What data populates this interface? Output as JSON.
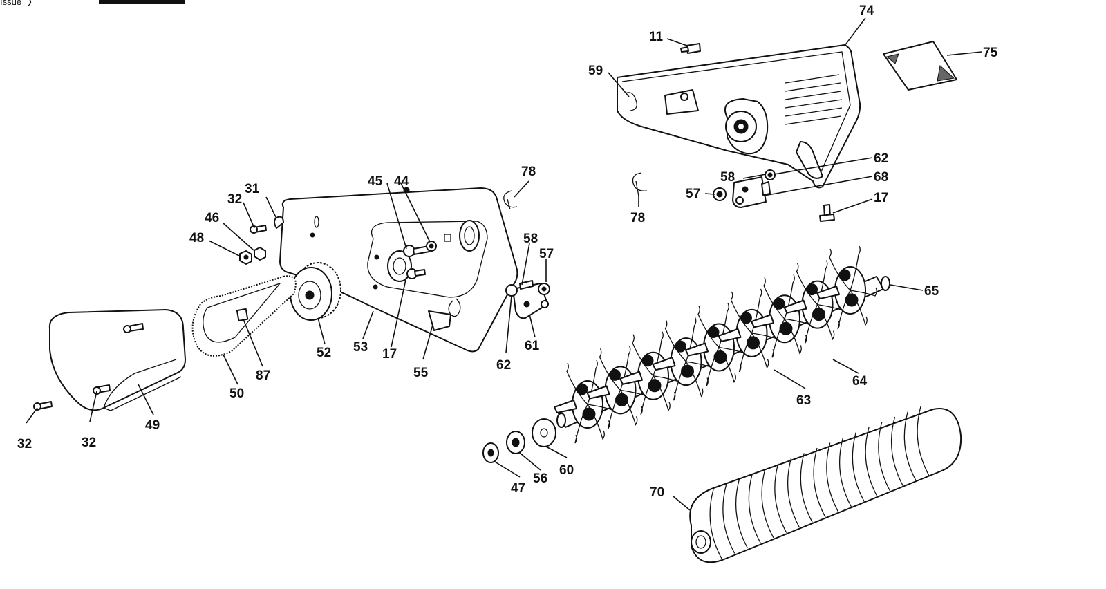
{
  "header": {
    "issue_label": "Issue"
  },
  "labels": [
    {
      "id": "74",
      "text": "74"
    },
    {
      "id": "11",
      "text": "11"
    },
    {
      "id": "75",
      "text": "75"
    },
    {
      "id": "59",
      "text": "59"
    },
    {
      "id": "62a",
      "text": "62"
    },
    {
      "id": "58a",
      "text": "58"
    },
    {
      "id": "68",
      "text": "68"
    },
    {
      "id": "57a",
      "text": "57"
    },
    {
      "id": "17a",
      "text": "17"
    },
    {
      "id": "78a",
      "text": "78"
    },
    {
      "id": "78b",
      "text": "78"
    },
    {
      "id": "31",
      "text": "31"
    },
    {
      "id": "32a",
      "text": "32"
    },
    {
      "id": "45",
      "text": "45"
    },
    {
      "id": "44",
      "text": "44"
    },
    {
      "id": "46",
      "text": "46"
    },
    {
      "id": "48",
      "text": "48"
    },
    {
      "id": "58b",
      "text": "58"
    },
    {
      "id": "57b",
      "text": "57"
    },
    {
      "id": "65",
      "text": "65"
    },
    {
      "id": "52",
      "text": "52"
    },
    {
      "id": "53",
      "text": "53"
    },
    {
      "id": "17b",
      "text": "17"
    },
    {
      "id": "55",
      "text": "55"
    },
    {
      "id": "61",
      "text": "61"
    },
    {
      "id": "62b",
      "text": "62"
    },
    {
      "id": "87",
      "text": "87"
    },
    {
      "id": "50",
      "text": "50"
    },
    {
      "id": "49",
      "text": "49"
    },
    {
      "id": "32b",
      "text": "32"
    },
    {
      "id": "32c",
      "text": "32"
    },
    {
      "id": "64",
      "text": "64"
    },
    {
      "id": "63",
      "text": "63"
    },
    {
      "id": "60",
      "text": "60"
    },
    {
      "id": "56",
      "text": "56"
    },
    {
      "id": "47",
      "text": "47"
    },
    {
      "id": "70",
      "text": "70"
    }
  ]
}
